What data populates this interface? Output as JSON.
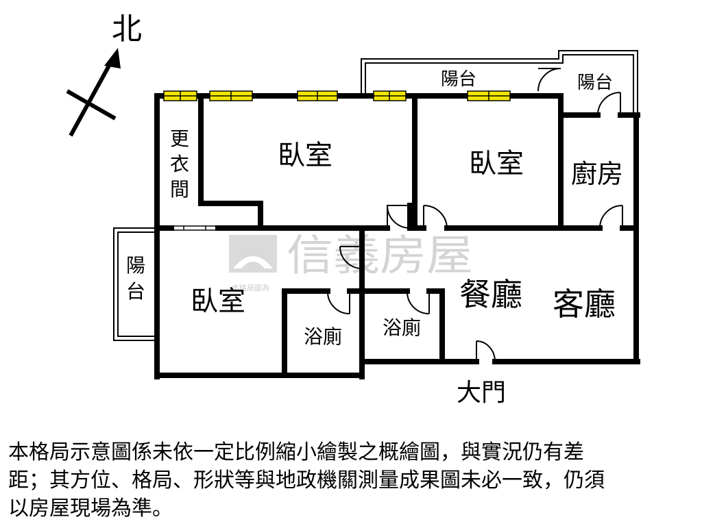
{
  "compass": {
    "north_label": "北"
  },
  "rooms": {
    "balcony_top": "陽台",
    "balcony_top_right": "陽台",
    "balcony_left_line1": "陽",
    "balcony_left_line2": "台",
    "closet_line1": "更",
    "closet_line2": "衣",
    "closet_line3": "間",
    "bedroom_north": "臥室",
    "bedroom_middle": "臥室",
    "bedroom_southwest": "臥室",
    "kitchen": "廚房",
    "bathroom_1": "浴廁",
    "bathroom_2": "浴廁",
    "dining": "餐廳",
    "living": "客廳",
    "main_door": "大門"
  },
  "watermark": {
    "brand": "信義房屋",
    "note": "本格局圖為"
  },
  "disclaimer": {
    "line1": "本格局示意圖係未依一定比例縮小繪製之概繪圖，與實況仍有差",
    "line2": "距；其方位、格局、形狀等與地政機關測量成果圖未必一致，仍須",
    "line3": "以房屋現場為準。"
  },
  "colors": {
    "wall": "#000000",
    "window_fill": "#f2e600",
    "watermark": "#d9d9d9"
  }
}
